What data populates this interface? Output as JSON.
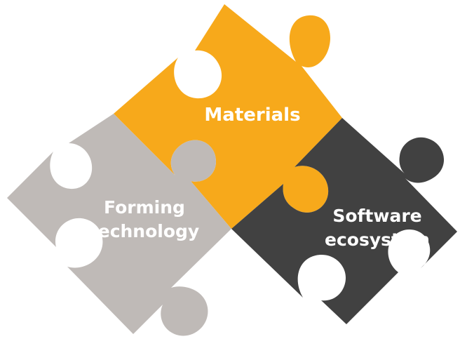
{
  "pieces": [
    {
      "id": "materials",
      "lines": [
        "Materials"
      ],
      "color": "#f7a91b"
    },
    {
      "id": "forming-technology",
      "lines": [
        "Forming",
        "technology"
      ],
      "color": "#bfbab7"
    },
    {
      "id": "software-ecosystem",
      "lines": [
        "Software",
        "ecosystem"
      ],
      "color": "#414141"
    }
  ]
}
